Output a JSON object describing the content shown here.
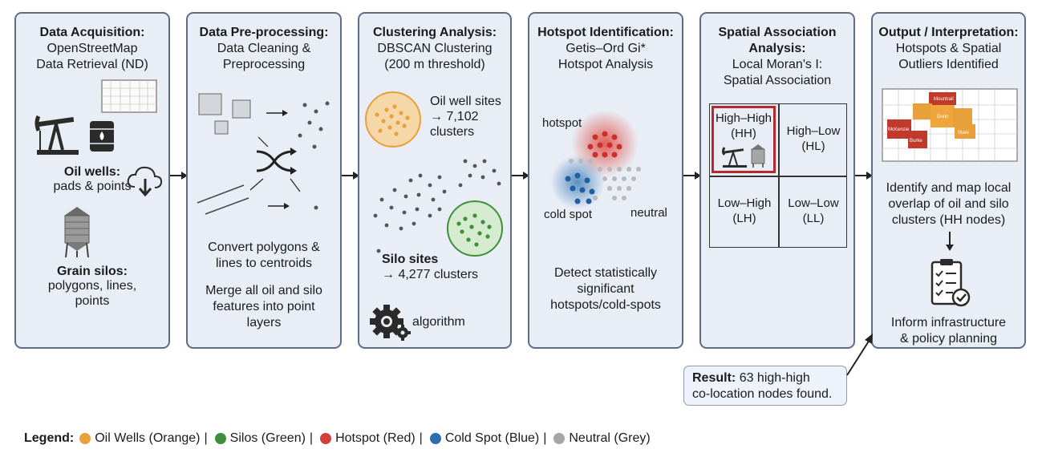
{
  "panels": [
    {
      "title": "Data Acquisition:",
      "lines": [
        "OpenStreetMap",
        "Data Retrieval (ND)"
      ],
      "oil_label": "Oil wells:",
      "oil_detail": "pads & points",
      "silo_label": "Grain silos:",
      "silo_detail": [
        "polygons, lines,",
        "points"
      ]
    },
    {
      "title": "Data Pre-processing:",
      "lines": [
        "Data Cleaning &",
        "Preprocessing"
      ],
      "note1": [
        "Convert polygons &",
        "lines to centroids"
      ],
      "note2": [
        "Merge all oil and silo",
        "features into point",
        "layers"
      ]
    },
    {
      "title": "Clustering Analysis:",
      "lines": [
        "DBSCAN Clustering",
        "(200 m threshold)"
      ],
      "oil_text": [
        "Oil well sites",
        "→ 7,102",
        "clusters"
      ],
      "silo_bold": "Silo sites",
      "silo_text": "→ 4,277 clusters",
      "algo": "algorithm"
    },
    {
      "title": "Hotspot Identification:",
      "lines": [
        "Getis–Ord Gi*",
        "Hotspot Analysis"
      ],
      "hot": "hotspot",
      "cold": "cold spot",
      "neutral": "neutral",
      "note": [
        "Detect statistically",
        "significant",
        "hotspots/cold-spots"
      ]
    },
    {
      "title_lines": [
        "Spatial Association",
        "Analysis:"
      ],
      "lines": [
        "Local Moran's I:",
        "Spatial Association"
      ],
      "cells": [
        [
          "High–High",
          "(HH)"
        ],
        [
          "High–Low",
          "(HL)"
        ],
        [
          "Low–High",
          "(LH)"
        ],
        [
          "Low–Low",
          "(LL)"
        ]
      ]
    },
    {
      "title": "Output / Interpretation:",
      "lines": [
        "Hotspots & Spatial",
        "Outliers Identified"
      ],
      "map_labels": [
        "Mountrail",
        "Dunn",
        "Stark",
        "McKenzie",
        "Burke"
      ],
      "note1": [
        "Identify and map local",
        "overlap of oil and silo",
        "clusters (HH nodes)"
      ],
      "note2": [
        "Inform infrastructure",
        "& policy planning"
      ]
    }
  ],
  "result": {
    "bold": "Result:",
    "text1": "63 high-high",
    "text2": "co-location nodes found."
  },
  "legend": {
    "label": "Legend:",
    "items": [
      {
        "text": "Oil Wells (Orange)",
        "color": "#e8a13a"
      },
      {
        "text": "Silos (Green)",
        "color": "#3f8f3a"
      },
      {
        "text": "Hotspot (Red)",
        "color": "#d2403a"
      },
      {
        "text": "Cold Spot (Blue)",
        "color": "#2c6fb0"
      },
      {
        "text": "Neutral (Grey)",
        "color": "#a6a6a6"
      }
    ]
  },
  "colors": {
    "panel_bg": "#e9eef6",
    "panel_border": "#5d6d86",
    "hh_border": "#b8292f"
  }
}
